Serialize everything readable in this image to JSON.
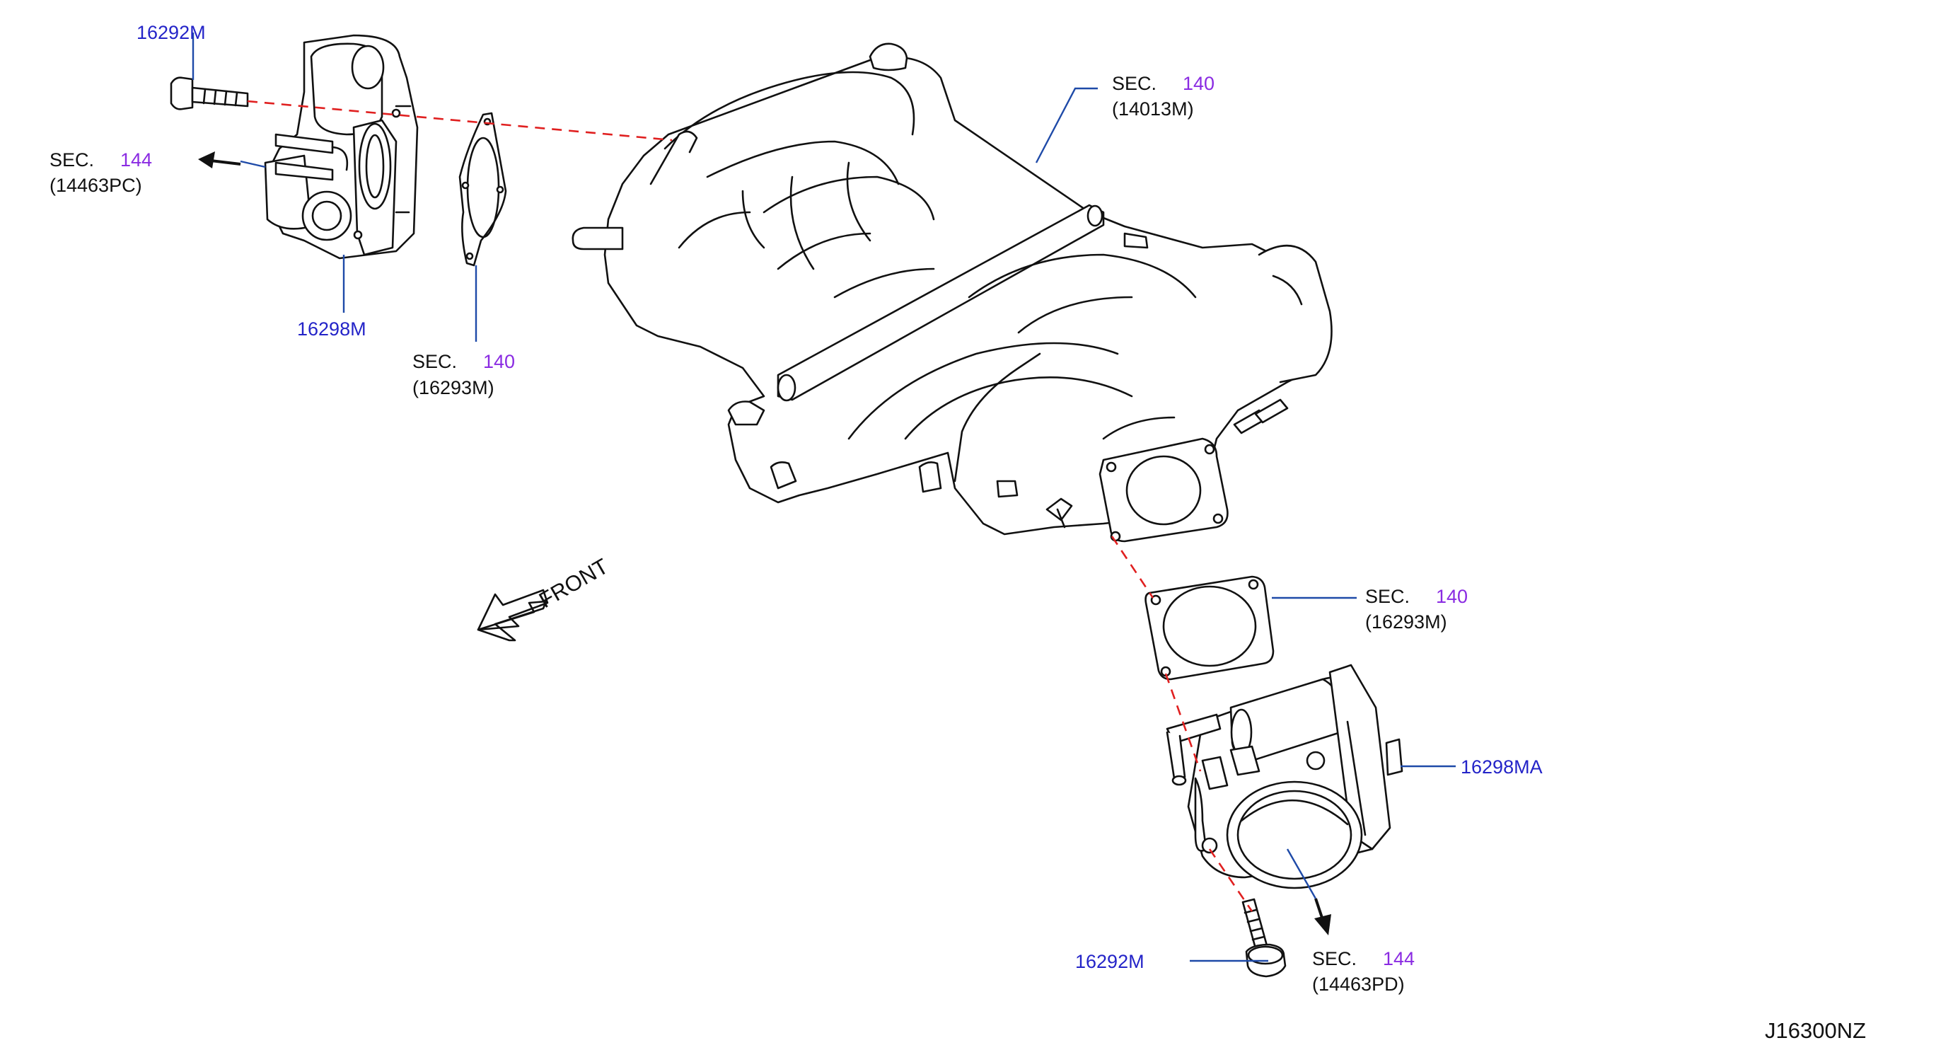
{
  "callouts": {
    "bolt_top": "16292M",
    "throttle_body_left": "16298M",
    "throttle_body_right": "16298MA",
    "bolt_bottom": "16292M"
  },
  "sections": {
    "manifold": {
      "sec": "SEC.",
      "num": "140",
      "code": "(14013M)"
    },
    "gasket_left": {
      "sec": "SEC.",
      "num": "140",
      "code": "(16293M)"
    },
    "gasket_right": {
      "sec": "SEC.",
      "num": "140",
      "code": "(16293M)"
    },
    "hose_left": {
      "sec": "SEC.",
      "num": "144",
      "code": "(14463PC)"
    },
    "hose_right": {
      "sec": "SEC.",
      "num": "144",
      "code": "(14463PD)"
    }
  },
  "front_label": "FRONT",
  "diagram_id": "J16300NZ",
  "colors": {
    "part_number": "#2424c8",
    "section_number": "#8a2be2",
    "leader_line": "#1e4aa8",
    "alignment_line": "#e02020",
    "line_art": "#111111"
  }
}
